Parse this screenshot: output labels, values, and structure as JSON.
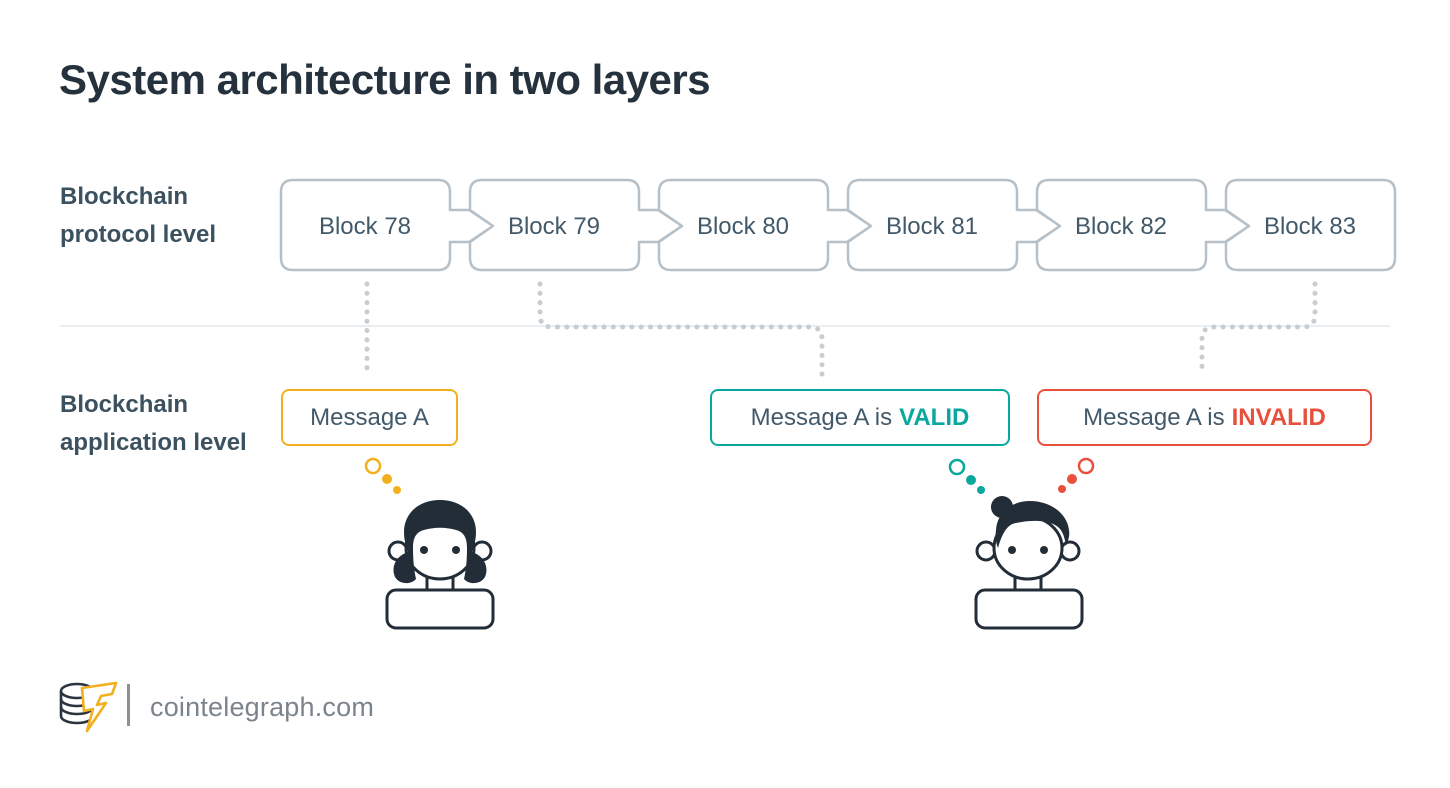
{
  "title": "System architecture in two layers",
  "layers": {
    "protocol_label": "Blockchain protocol level",
    "application_label": "Blockchain application level"
  },
  "blocks": [
    {
      "label": "Block 78"
    },
    {
      "label": "Block 79"
    },
    {
      "label": "Block 80"
    },
    {
      "label": "Block 81"
    },
    {
      "label": "Block 82"
    },
    {
      "label": "Block 83"
    }
  ],
  "messages": {
    "a": {
      "text": "Message A"
    },
    "valid": {
      "text": "Message A is",
      "status": "VALID"
    },
    "invalid": {
      "text": "Message A is",
      "status": "INVALID"
    }
  },
  "footer": {
    "site": "cointelegraph.com",
    "logo": "cointelegraph coin-stack with lightning-T"
  },
  "colors": {
    "title_text": "#25323d",
    "label_text": "#3b515f",
    "block_border": "#b6c0c8",
    "block_text": "#42596a",
    "gold": "#f2b01e",
    "teal": "#0aa79e",
    "red": "#e8503c",
    "dotted_line": "#c6cdd3",
    "divider": "#ebeef0",
    "person_ink": "#222d38",
    "footer_text": "#7b848c"
  }
}
